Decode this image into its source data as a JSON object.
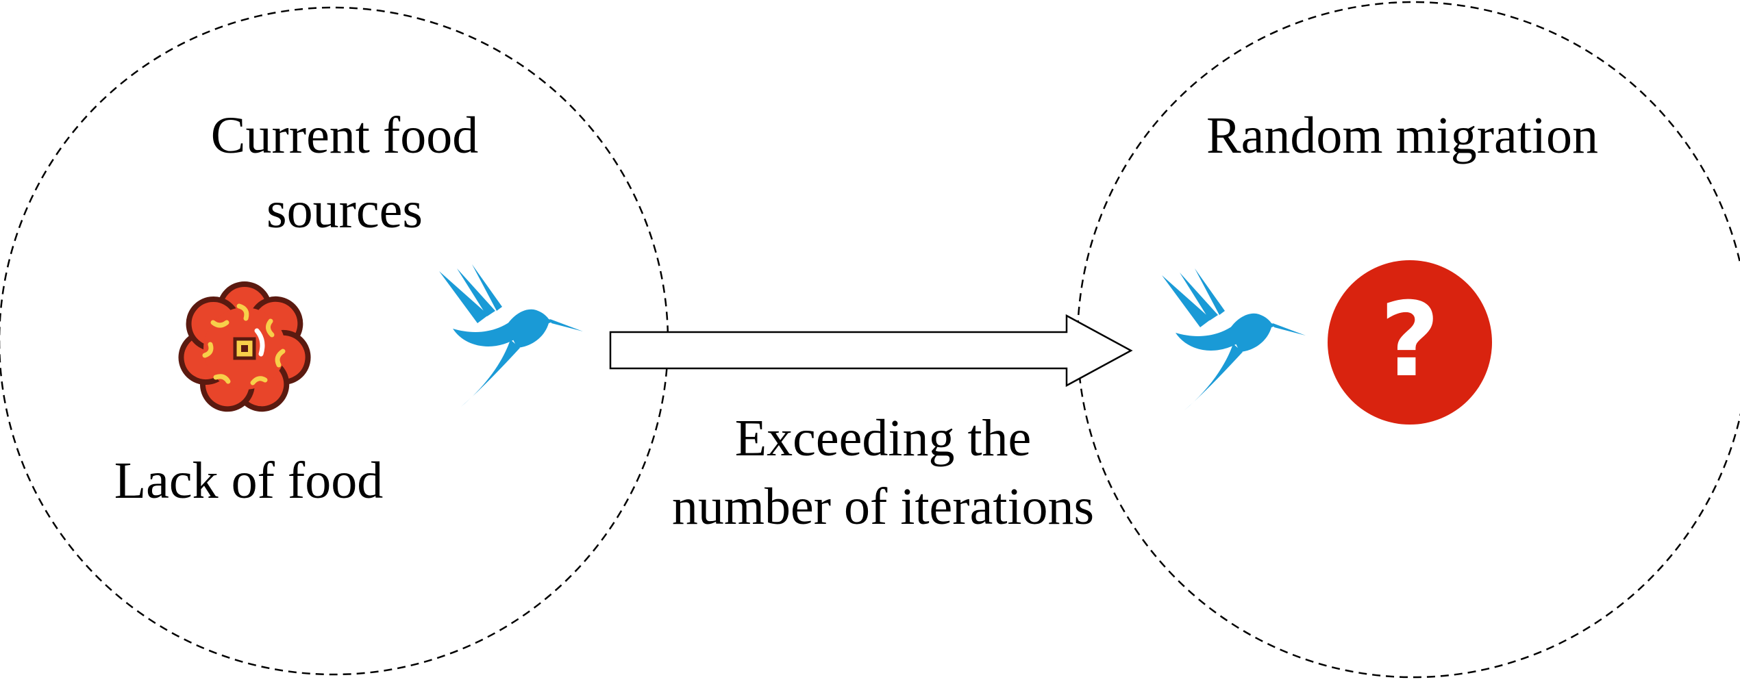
{
  "left_group": {
    "title_line1": "Current food",
    "title_line2": "sources",
    "caption": "Lack of food",
    "flower_icon": "flower-icon",
    "bird_icon": "hummingbird-icon"
  },
  "arrow": {
    "label_line1": "Exceeding the",
    "label_line2": "number of iterations"
  },
  "right_group": {
    "title": "Random migration",
    "bird_icon": "hummingbird-icon",
    "question_icon": "question-mark-icon",
    "question_glyph": "?"
  },
  "colors": {
    "bird": "#1a9ad6",
    "question_bg": "#d9230f",
    "flower_petal": "#e8452a",
    "flower_outline": "#5a1a10",
    "flower_accent": "#f7d04a",
    "outline": "#000000"
  }
}
